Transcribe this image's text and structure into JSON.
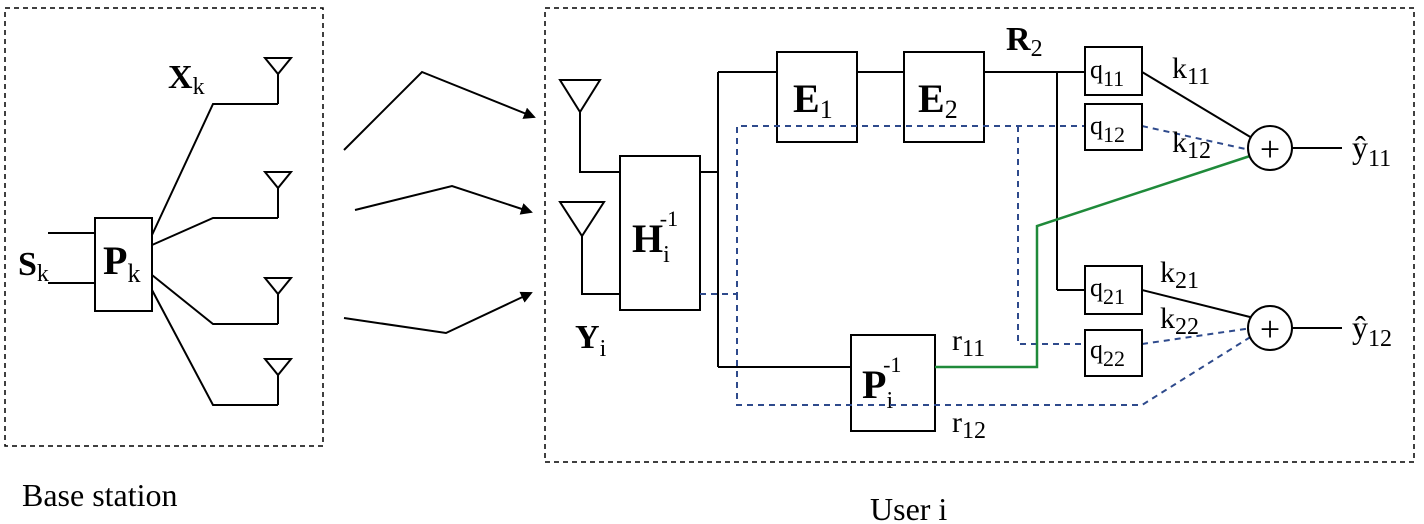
{
  "base_station": {
    "caption": "Base station",
    "input_label": "S",
    "input_sub": "k",
    "precoder_label": "P",
    "precoder_sub": "k",
    "output_label": "X",
    "output_sub": "k"
  },
  "user": {
    "caption": "User i",
    "rx_label": "Y",
    "rx_sub": "i",
    "channel_inverse": {
      "main": "H",
      "sub": "i",
      "sup": "-1"
    },
    "precoder_inverse": {
      "main": "P",
      "sub": "i",
      "sup": "-1"
    },
    "encoder1": {
      "main": "E",
      "sub": "1"
    },
    "encoder2": {
      "main": "E",
      "sub": "2"
    },
    "r_label": {
      "main": "R",
      "sub": "2"
    },
    "r11": {
      "main": "r",
      "sub": "11"
    },
    "r12": {
      "main": "r",
      "sub": "12"
    },
    "q11": {
      "main": "q",
      "sub": "11"
    },
    "q12": {
      "main": "q",
      "sub": "12"
    },
    "q21": {
      "main": "q",
      "sub": "21"
    },
    "q22": {
      "main": "q",
      "sub": "22"
    },
    "k11": {
      "main": "k",
      "sub": "11"
    },
    "k12": {
      "main": "k",
      "sub": "12"
    },
    "k21": {
      "main": "k",
      "sub": "21"
    },
    "k22": {
      "main": "k",
      "sub": "22"
    },
    "adder_symbol": "+",
    "out1": {
      "main": "ŷ",
      "sub": "11"
    },
    "out2": {
      "main": "ŷ",
      "sub": "12"
    }
  },
  "colors": {
    "dashed": "#2e4a8c",
    "green": "#1f8a3a",
    "line": "#000000"
  }
}
